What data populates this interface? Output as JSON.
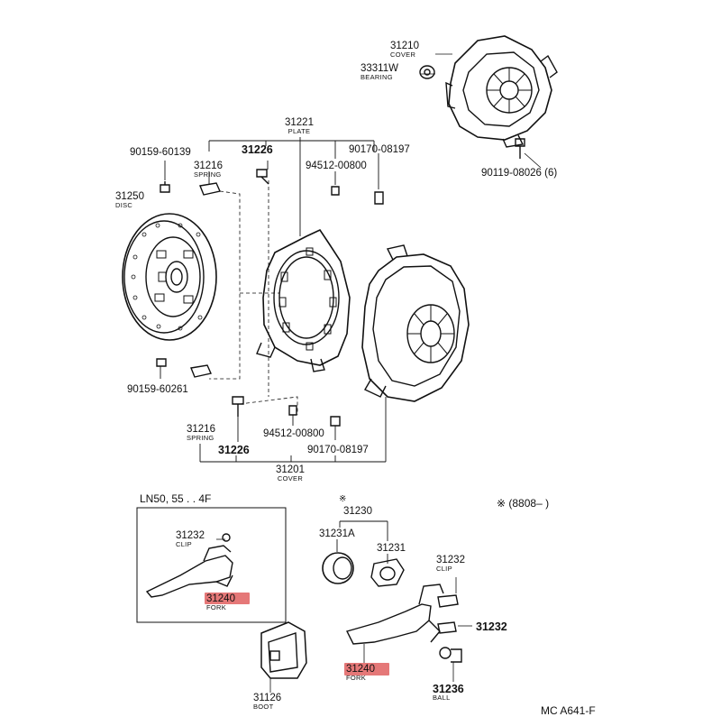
{
  "diagram": {
    "callouts": [
      {
        "id": "c1",
        "part": "31210",
        "name": "COVER"
      },
      {
        "id": "c2",
        "part": "33311W",
        "name": "BEARING"
      },
      {
        "id": "c3",
        "part": "31221",
        "name": "PLATE"
      },
      {
        "id": "c4",
        "part": "90159-60139",
        "name": ""
      },
      {
        "id": "c5",
        "part": "31226",
        "name": ""
      },
      {
        "id": "c6",
        "part": "90170-08197",
        "name": ""
      },
      {
        "id": "c7",
        "part": "31216",
        "name": "SPRING"
      },
      {
        "id": "c8",
        "part": "94512-00800",
        "name": ""
      },
      {
        "id": "c9",
        "part": "90119-08026 (6)",
        "name": ""
      },
      {
        "id": "c10",
        "part": "31250",
        "name": "DISC"
      },
      {
        "id": "c11",
        "part": "90159-60261",
        "name": ""
      },
      {
        "id": "c12",
        "part": "31216",
        "name": "SPRING"
      },
      {
        "id": "c13",
        "part": "94512-00800",
        "name": ""
      },
      {
        "id": "c14",
        "part": "31226",
        "name": ""
      },
      {
        "id": "c15",
        "part": "90170-08197",
        "name": ""
      },
      {
        "id": "c16",
        "part": "31201",
        "name": "COVER"
      },
      {
        "id": "c17",
        "part": "31232",
        "name": "CLIP"
      },
      {
        "id": "c18",
        "part": "31240",
        "name": "FORK"
      },
      {
        "id": "c19",
        "part": "31230",
        "name": ""
      },
      {
        "id": "c20",
        "part": "31231A",
        "name": ""
      },
      {
        "id": "c21",
        "part": "31231",
        "name": ""
      },
      {
        "id": "c22",
        "part": "31232",
        "name": "CLIP"
      },
      {
        "id": "c23",
        "part": "31232",
        "name": ""
      },
      {
        "id": "c24",
        "part": "31240",
        "name": "FORK"
      },
      {
        "id": "c25",
        "part": "31236",
        "name": "BALL"
      },
      {
        "id": "c26",
        "part": "31126",
        "name": "BOOT"
      }
    ],
    "inset_label": "LN50, 55 . . 4F",
    "date_note": "※ (8808–        )",
    "star_mark": "※",
    "figure_code": "MC A641-F",
    "highlight_color": "#e06060"
  }
}
